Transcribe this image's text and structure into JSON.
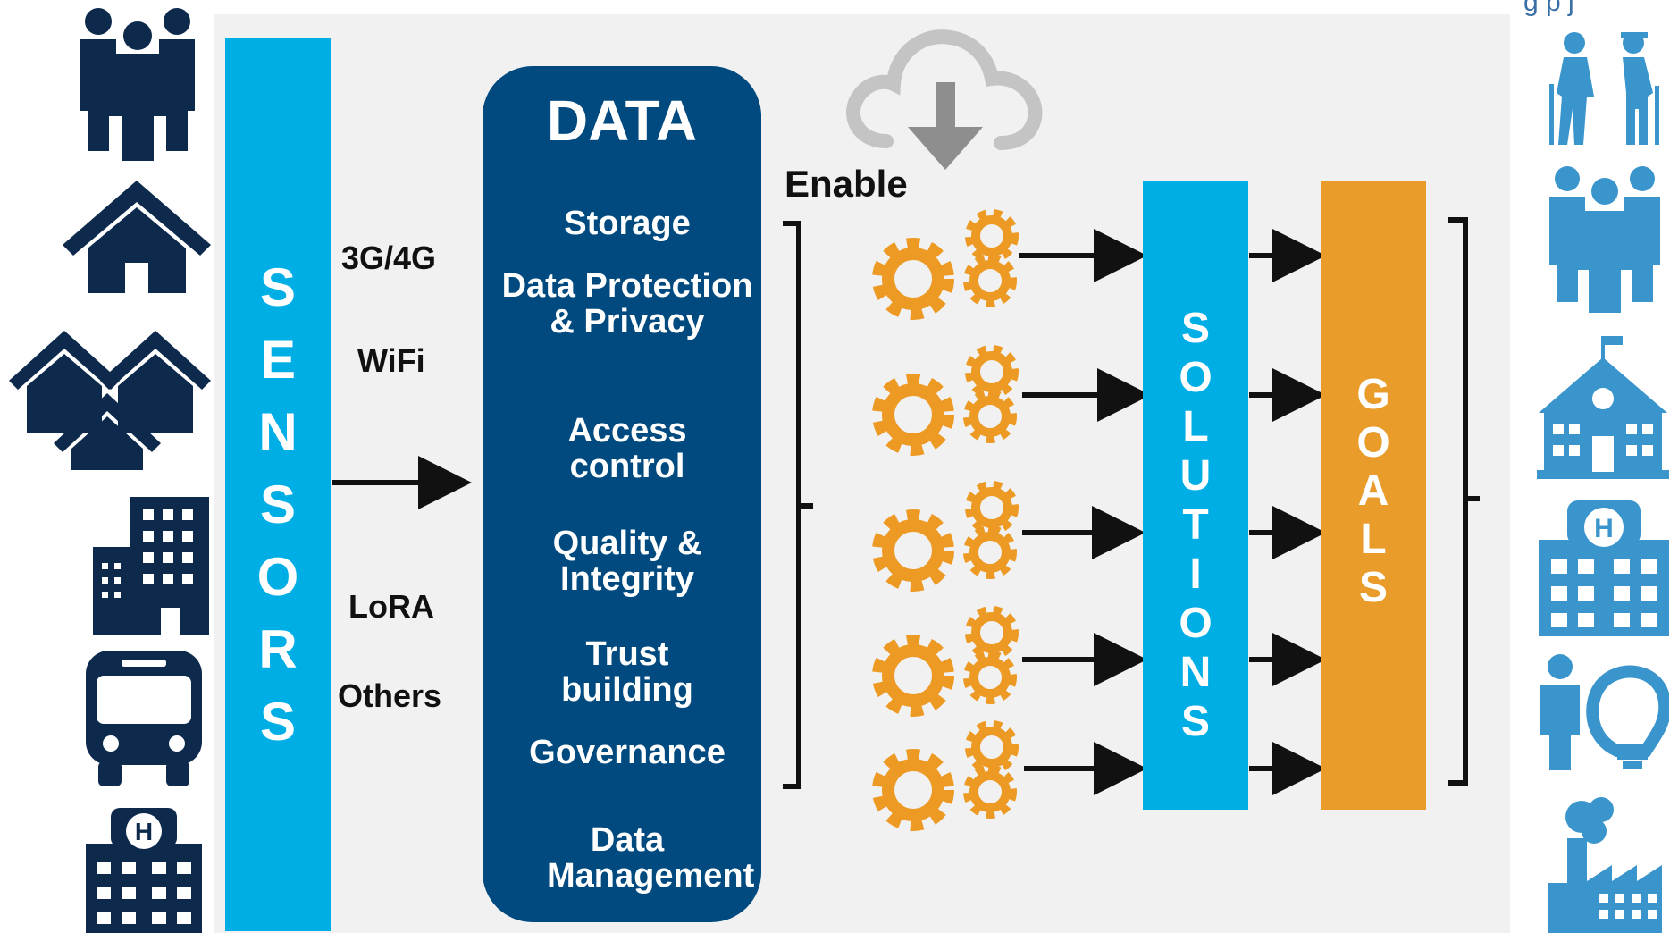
{
  "sensors": {
    "letters": [
      "S",
      "E",
      "N",
      "S",
      "O",
      "R",
      "S"
    ]
  },
  "connectivity": [
    {
      "label": "3G/4G"
    },
    {
      "label": "WiFi"
    },
    {
      "label": "LoRA"
    },
    {
      "label": "Others"
    }
  ],
  "data": {
    "title": "DATA",
    "items": [
      "Storage",
      "Data Protection & Privacy",
      "Access control",
      "Quality & Integrity",
      "Trust building",
      "Governance",
      "Data Management"
    ]
  },
  "enable_label": "Enable",
  "solutions": {
    "letters": [
      "S",
      "O",
      "L",
      "U",
      "T",
      "I",
      "O",
      "N",
      "S"
    ]
  },
  "goals": {
    "letters": [
      "G",
      "O",
      "A",
      "L",
      "S"
    ]
  },
  "corner_fragment": "g   p   j",
  "icons_left": [
    "people-icon",
    "house-icon",
    "houses-icon",
    "office-building-icon",
    "bus-icon",
    "hospital-icon"
  ],
  "icons_right": [
    "elderly-people-icon",
    "people-icon",
    "school-icon",
    "hospital-icon",
    "person-lightbulb-icon",
    "factory-icon"
  ],
  "colors": {
    "sensors": "#00aee6",
    "solutions": "#00aee6",
    "goals": "#e99c2a",
    "data": "#014a7f",
    "gear": "#ed9a25",
    "left_icons": "#0d2a4d",
    "right_icons": "#3a95cd"
  }
}
